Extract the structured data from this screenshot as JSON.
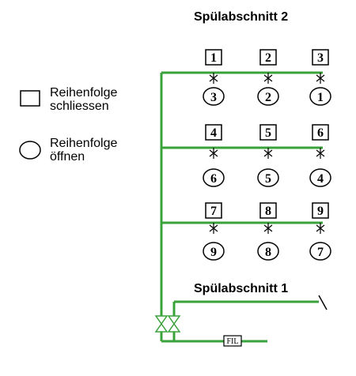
{
  "diagram": {
    "section2_title": "Spülabschnitt 2",
    "section1_title": "Spülabschnitt 1",
    "legend": {
      "square_label_line1": "Reihenfolge",
      "square_label_line2": "schliessen",
      "circle_label_line1": "Reihenfolge",
      "circle_label_line2": "öffnen"
    },
    "filter_label": "FIL",
    "rows": [
      {
        "close": [
          "1",
          "2",
          "3"
        ],
        "open": [
          "3",
          "2",
          "1"
        ]
      },
      {
        "close": [
          "4",
          "5",
          "6"
        ],
        "open": [
          "6",
          "5",
          "4"
        ]
      },
      {
        "close": [
          "7",
          "8",
          "9"
        ],
        "open": [
          "9",
          "8",
          "7"
        ]
      }
    ],
    "colors": {
      "pipe": "#3aa23a",
      "ink": "#000000"
    }
  }
}
